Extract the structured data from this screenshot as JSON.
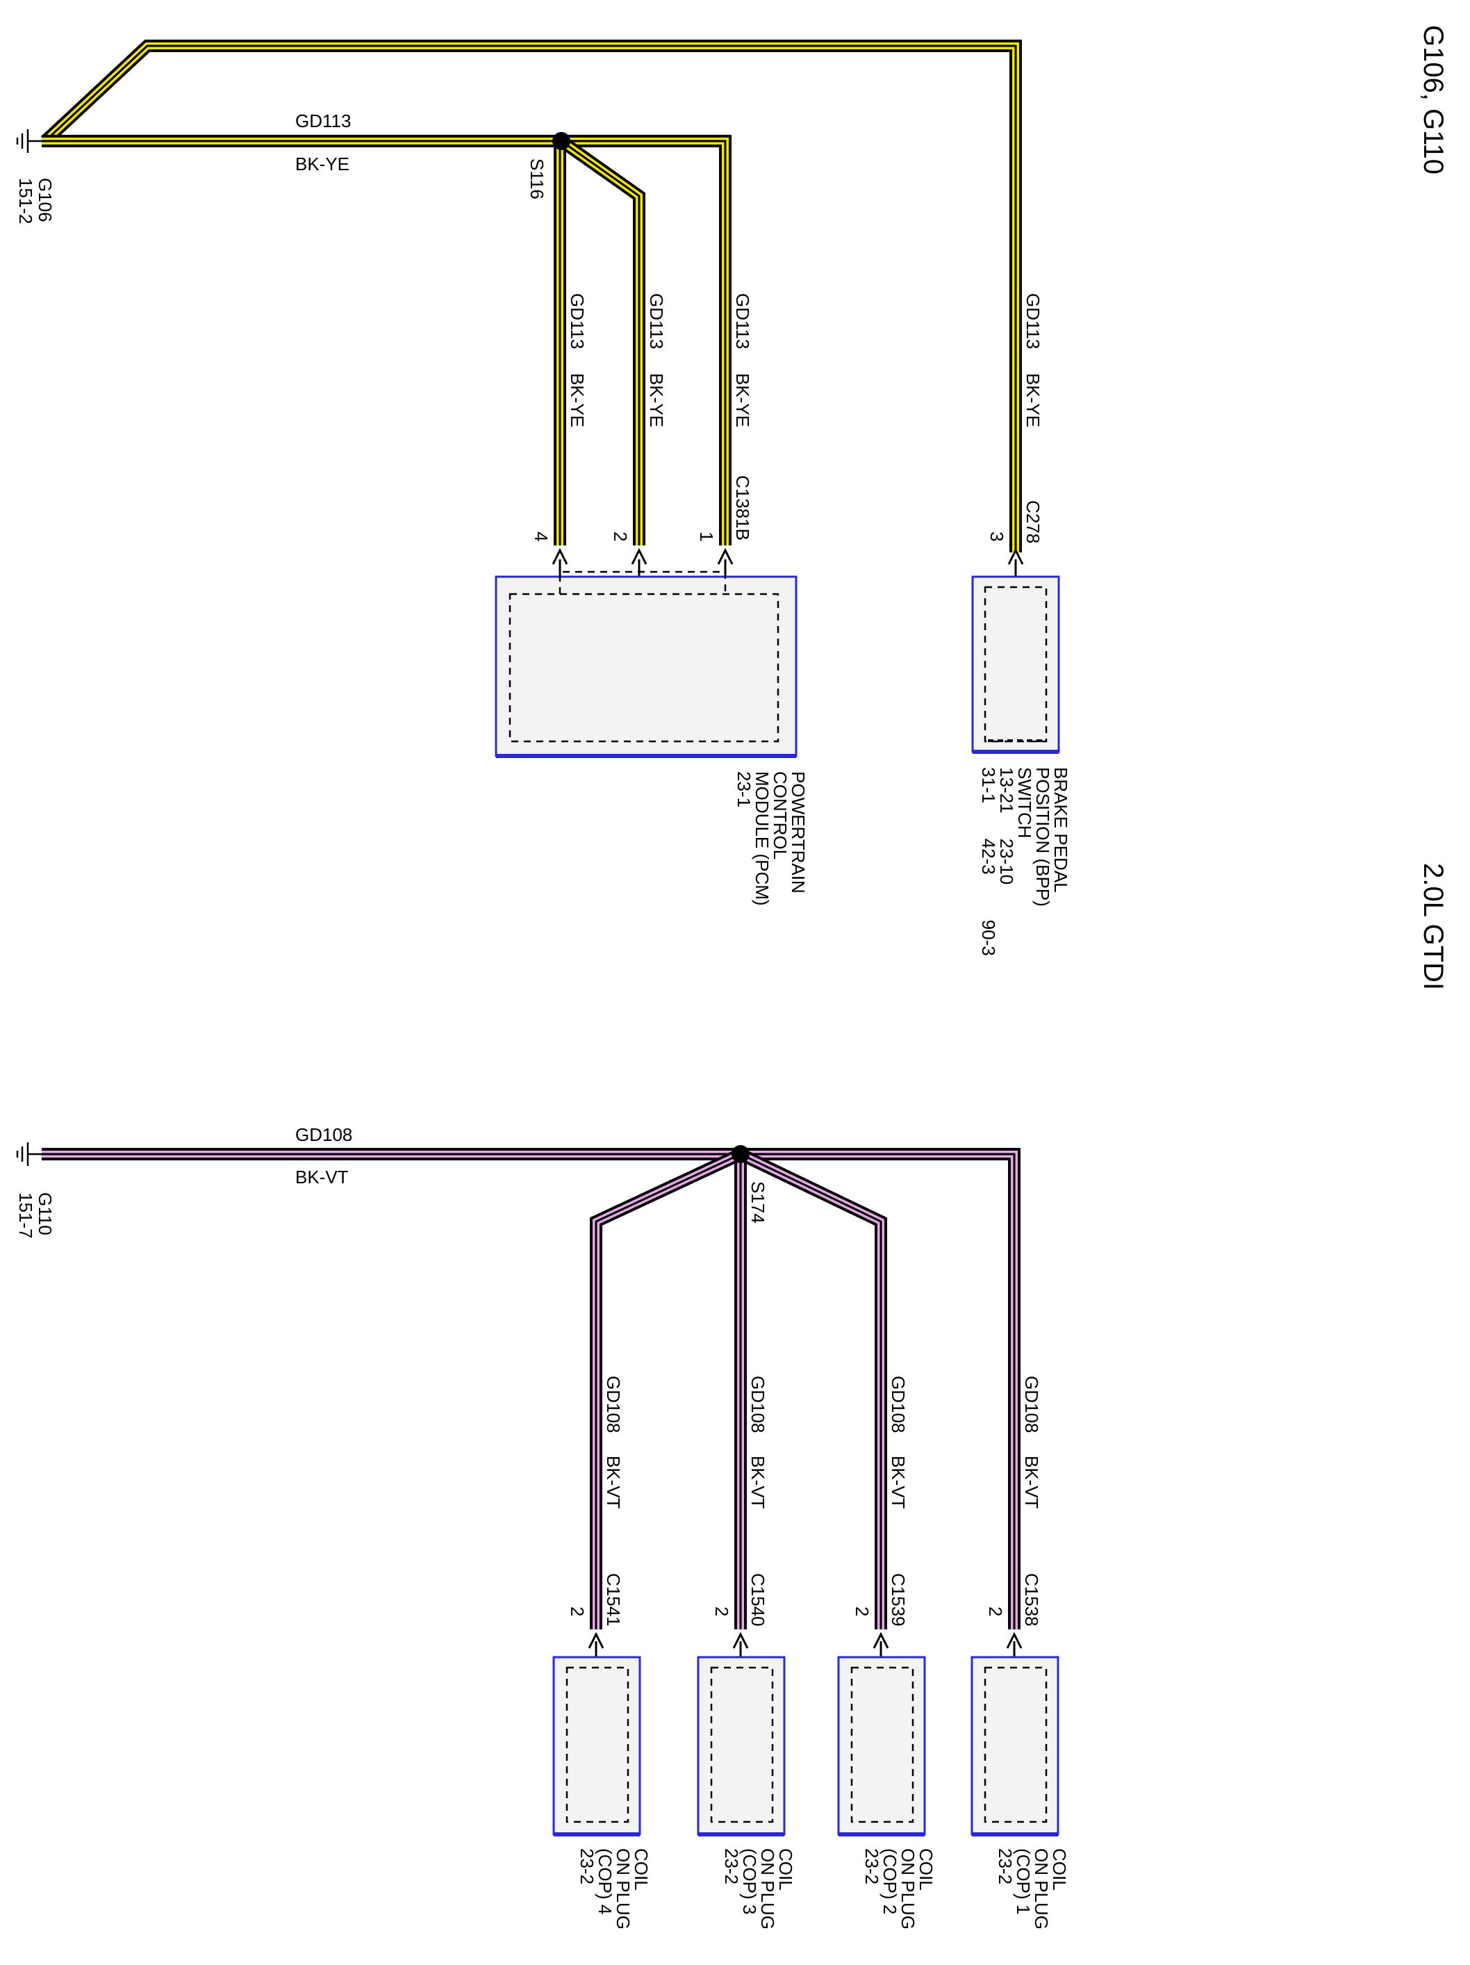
{
  "colors": {
    "wire_yellow": "#f2e600",
    "wire_violet": "#e6a8e6",
    "wire_core": "#000000",
    "component_border": "#2a2ad4",
    "component_fill": "#f3f3f3"
  },
  "header": {
    "title_grounds": "G106, G110",
    "title_engine": "2.0L GTDI"
  },
  "top": {
    "ground": {
      "name": "G106",
      "ref": "151-2"
    },
    "main_wire": {
      "circuit": "GD113",
      "color": "BK-YE"
    },
    "splice": "S116",
    "branches": [
      {
        "circuit": "GD113",
        "color": "BK-YE",
        "pin": "4",
        "connector": ""
      },
      {
        "circuit": "GD113",
        "color": "BK-YE",
        "pin": "2",
        "connector": ""
      },
      {
        "circuit": "GD113",
        "color": "BK-YE",
        "pin": "1",
        "connector": "C1381B"
      },
      {
        "circuit": "GD113",
        "color": "BK-YE",
        "pin": "3",
        "connector": "C278"
      }
    ],
    "pcm": {
      "line1": "POWERTRAIN",
      "line2": "CONTROL",
      "line3": "MODULE (PCM)",
      "line4": "23-1"
    },
    "bpp": {
      "line1": "BRAKE PEDAL",
      "line2": "POSITION (BPP)",
      "line3": "SWITCH",
      "line4": "13-21     23-10",
      "line5": "31-1       42-3         90-3"
    }
  },
  "bottom": {
    "ground": {
      "name": "G110",
      "ref": "151-7"
    },
    "main_wire": {
      "circuit": "GD108",
      "color": "BK-VT"
    },
    "splice": "S174",
    "branches": [
      {
        "circuit": "GD108",
        "color": "BK-VT",
        "pin": "2",
        "connector": "C1541",
        "comp1": "COIL",
        "comp2": "ON PLUG",
        "comp3": "(COP) 4",
        "comp4": "23-2"
      },
      {
        "circuit": "GD108",
        "color": "BK-VT",
        "pin": "2",
        "connector": "C1540",
        "comp1": "COIL",
        "comp2": "ON PLUG",
        "comp3": "(COP) 3",
        "comp4": "23-2"
      },
      {
        "circuit": "GD108",
        "color": "BK-VT",
        "pin": "2",
        "connector": "C1539",
        "comp1": "COIL",
        "comp2": "ON PLUG",
        "comp3": "(COP) 2",
        "comp4": "23-2"
      },
      {
        "circuit": "GD108",
        "color": "BK-VT",
        "pin": "2",
        "connector": "C1538",
        "comp1": "COIL",
        "comp2": "ON PLUG",
        "comp3": "(COP) 1",
        "comp4": "23-2"
      }
    ]
  }
}
